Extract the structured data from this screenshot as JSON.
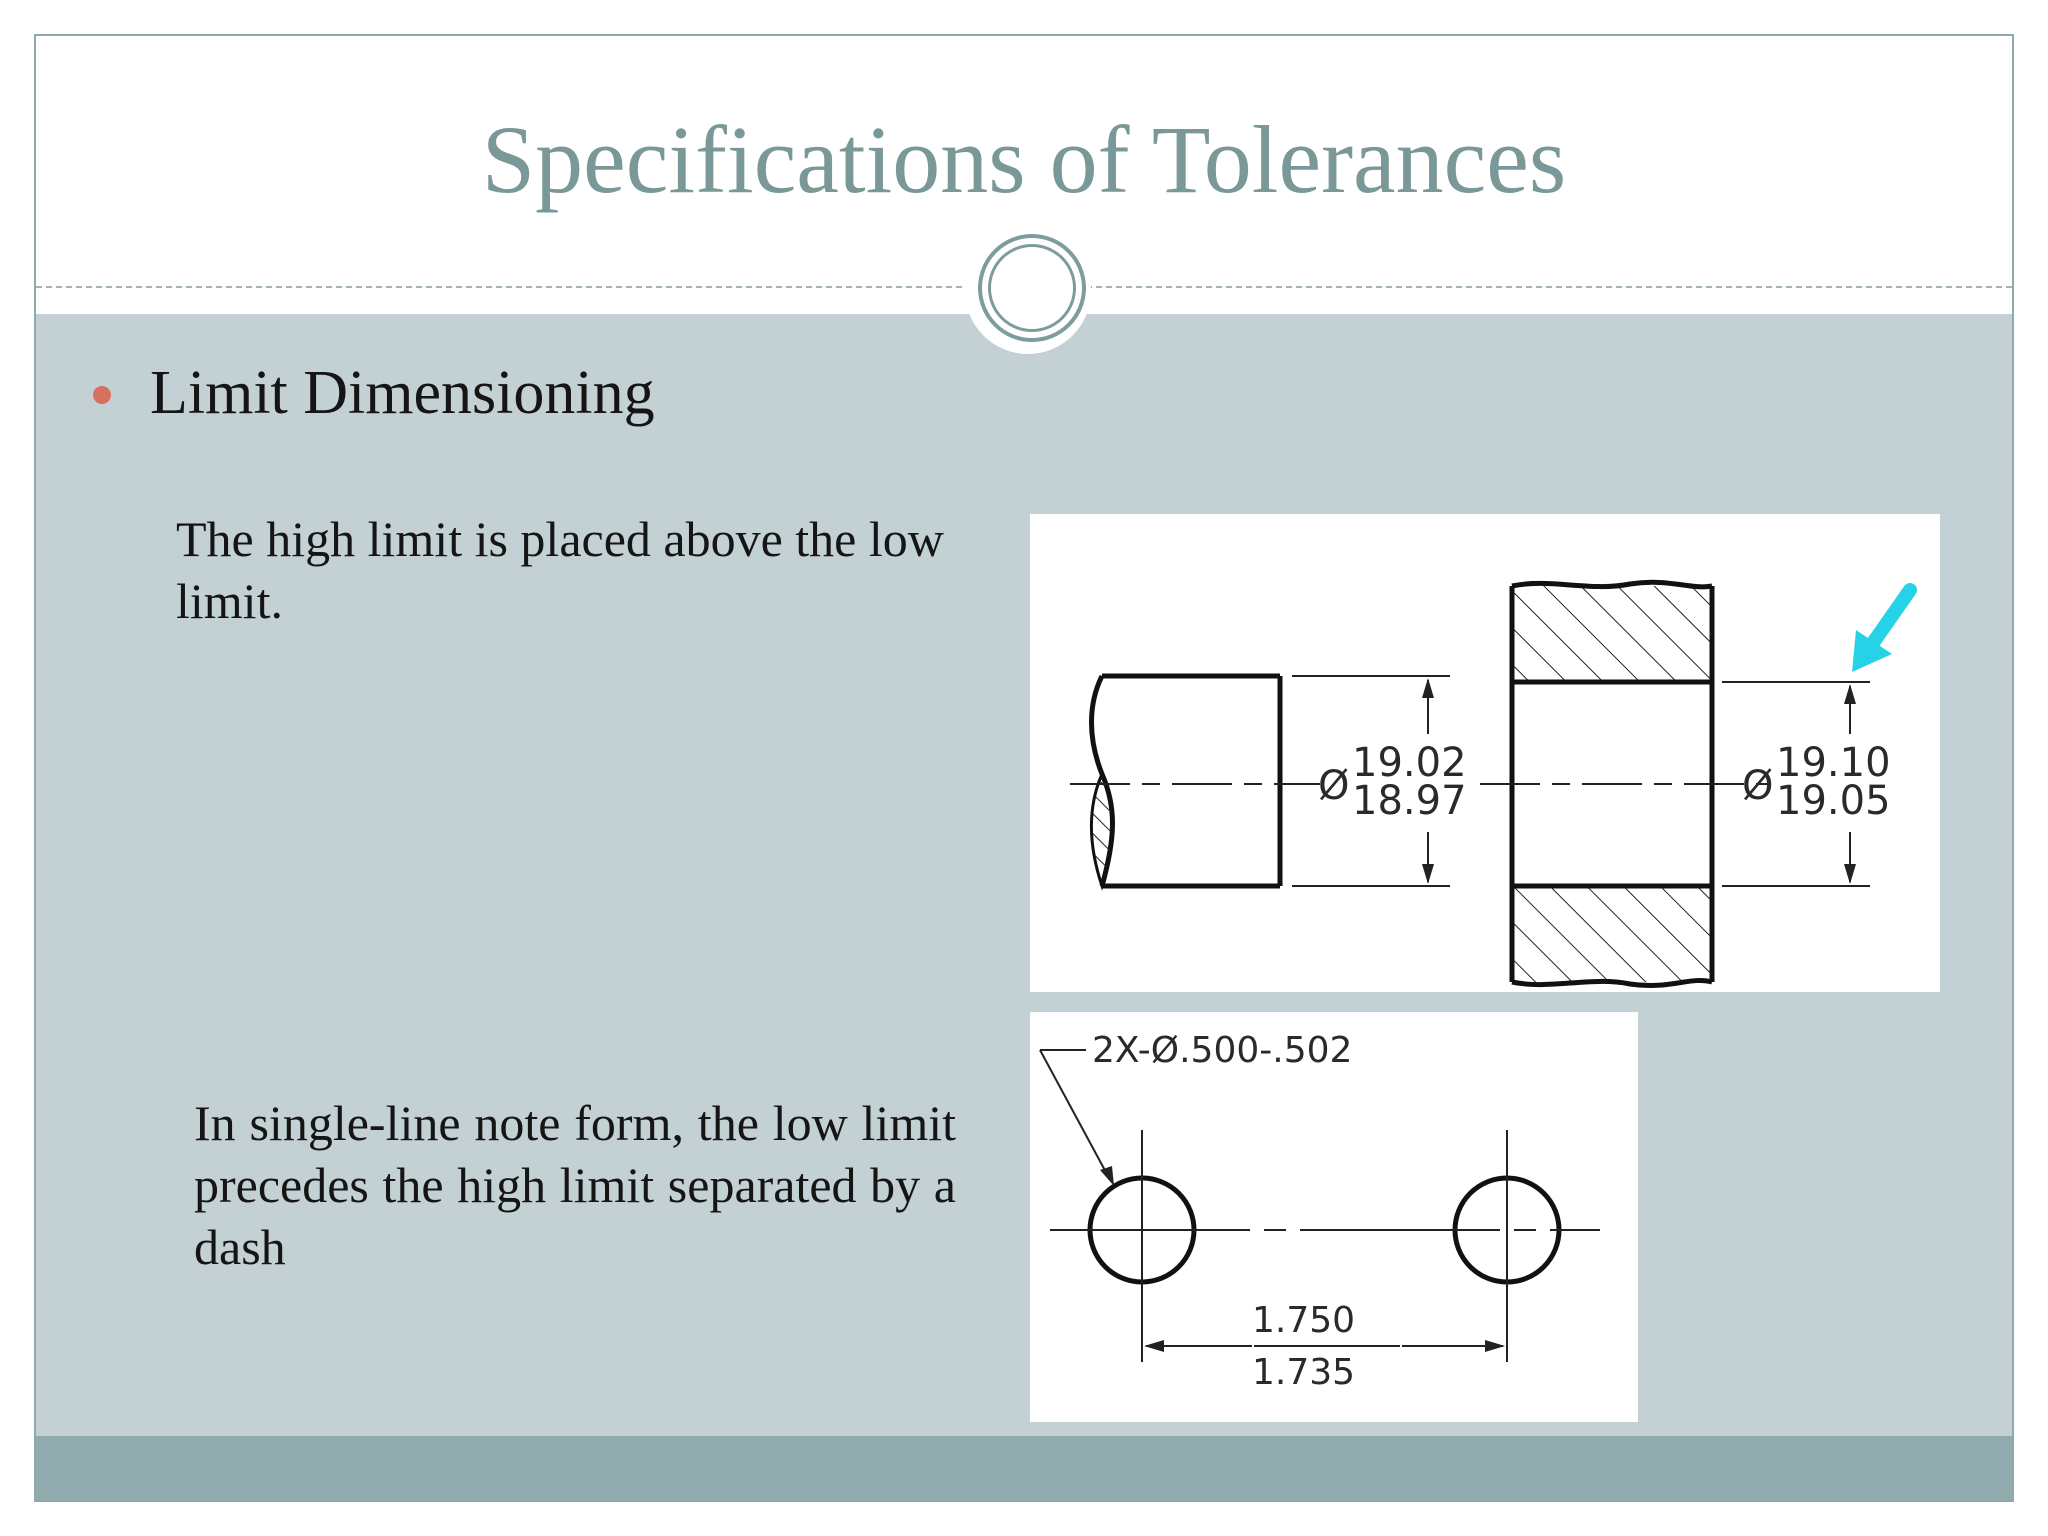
{
  "slide": {
    "title": "Specifications of Tolerances",
    "bullet": "Limit Dimensioning",
    "paragraph1": "The high limit is placed above the low limit.",
    "paragraph2": "In single-line note form, the low limit precedes the high limit separated by a dash",
    "colors": {
      "title": "#7a9898",
      "content_band": "#c4d1d4",
      "footer_band": "#8fabad",
      "bullet": "#d7705e",
      "callout_arrow": "#26d3e6"
    }
  },
  "figure1": {
    "shaft": {
      "symbol": "Ø",
      "upper": "19.02",
      "lower": "18.97"
    },
    "hole": {
      "symbol": "Ø",
      "upper": "19.10",
      "lower": "19.05"
    },
    "arrow_icon": "cyan-arrow-icon"
  },
  "figure2": {
    "note": "2X-Ø.500-.502",
    "spacing_upper": "1.750",
    "spacing_lower": "1.735"
  }
}
